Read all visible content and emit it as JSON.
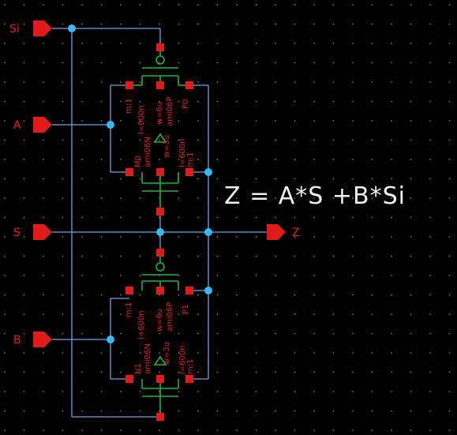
{
  "schematic": {
    "pins": {
      "si": "Si",
      "a": "A",
      "s": "S",
      "b": "B",
      "z": "Z"
    },
    "equation": "Z = A*S +B*Si",
    "transistors": {
      "p0": {
        "name": "P0",
        "model": "ami06P",
        "w": "w=6u",
        "l": "l=600n",
        "m": "m:1"
      },
      "m0": {
        "name": "M0",
        "model": "ami06N",
        "w": "w=3u",
        "l": "l=600n",
        "m": "m:1"
      },
      "p1": {
        "name": "P1",
        "model": "ami06P",
        "w": "w=6u",
        "l": "l=600n",
        "m": "m:1"
      },
      "n1": {
        "name": "N1",
        "model": "ami06N",
        "w": "w=3u",
        "l": "l=600n",
        "m": "m:1"
      }
    },
    "colors": {
      "background": "#000000",
      "wire": "#6fa3e0",
      "device": "#1db53b",
      "pin": "#e01b1b",
      "junction": "#39b8ff",
      "equation": "#f0f0f0"
    }
  }
}
